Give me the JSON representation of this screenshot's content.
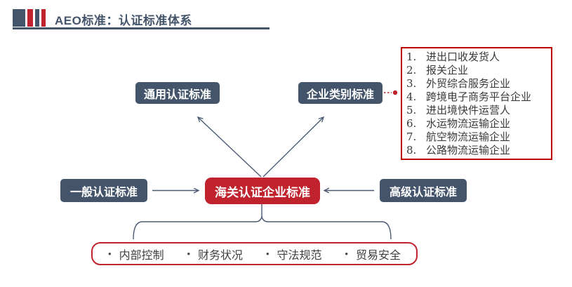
{
  "header": {
    "title": "AEO标准：认证标准体系"
  },
  "nodes": {
    "general": "通用认证标准",
    "category": "企业类别标准",
    "normal": "一般认证标准",
    "customs": "海关认证企业标准",
    "advanced": "高级认证标准"
  },
  "category_list": {
    "items": [
      "进出口收发货人",
      "报关企业",
      "外贸综合服务企业",
      "跨境电子商务平台企业",
      "进出境快件运营人",
      "水运物流运输企业",
      "航空物流运输企业",
      "公路物流运输企业"
    ]
  },
  "criteria": {
    "bullet_glyph": "•",
    "items": [
      "内部控制",
      "财务状况",
      "守法规范",
      "贸易安全"
    ]
  },
  "colors": {
    "navy": "#44546A",
    "red": "#C1232E",
    "list_border_red": "#C00000",
    "arrow": "#4A5A72",
    "body_text": "#3A3A3A"
  }
}
